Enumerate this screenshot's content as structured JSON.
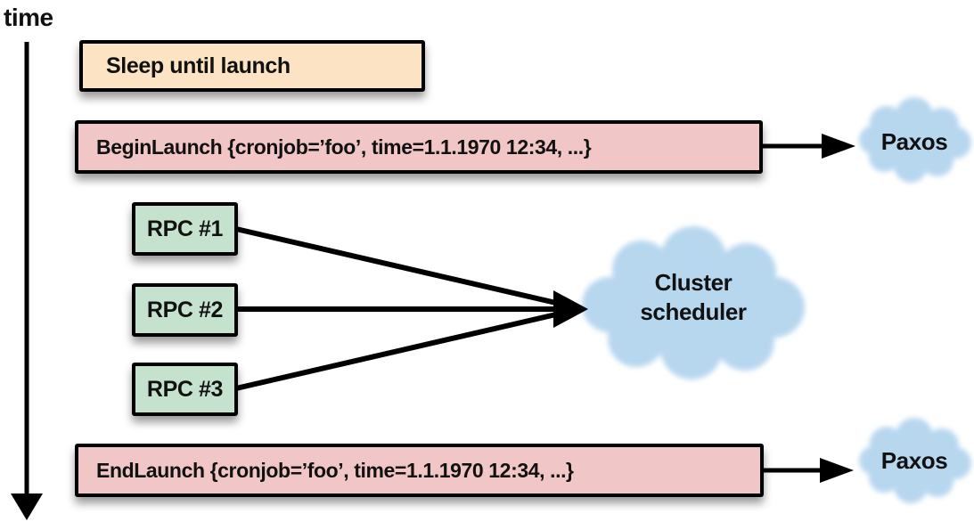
{
  "figure": {
    "time_axis": {
      "label": "time"
    },
    "boxes": {
      "sleep": {
        "label": "Sleep until launch",
        "fill": "#FBE3C3"
      },
      "begin_launch": {
        "label": "BeginLaunch {cronjob=’foo’, time=1.1.1970 12:34, ...}",
        "fill": "#F1C6C6"
      },
      "rpc_1": {
        "label": "RPC #1",
        "fill": "#C5E2CE"
      },
      "rpc_2": {
        "label": "RPC #2",
        "fill": "#C5E2CE"
      },
      "rpc_3": {
        "label": "RPC #3",
        "fill": "#C5E2CE"
      },
      "end_launch": {
        "label": "EndLaunch {cronjob=’foo’, time=1.1.1970 12:34, ...}",
        "fill": "#F1C6C6"
      }
    },
    "clouds": {
      "paxos_top": {
        "label": "Paxos",
        "fill": "#B7D7EF"
      },
      "cluster_scheduler": {
        "line1": "Cluster",
        "line2": "scheduler",
        "fill": "#B7D7EF"
      },
      "paxos_bottom": {
        "label": "Paxos",
        "fill": "#B7D7EF"
      }
    },
    "colors": {
      "arrow": "#000000",
      "border": "#000000",
      "text": "#111111"
    }
  }
}
